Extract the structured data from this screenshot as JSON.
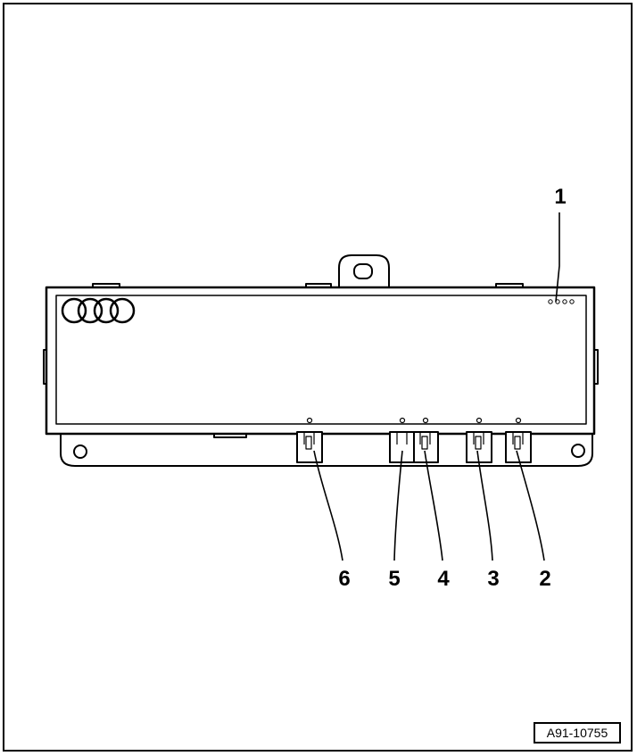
{
  "figure_id": "A91-10755",
  "callouts": [
    {
      "number": "1"
    },
    {
      "number": "2"
    },
    {
      "number": "3"
    },
    {
      "number": "4"
    },
    {
      "number": "5"
    },
    {
      "number": "6"
    }
  ],
  "logo": "four-rings-logo",
  "colors": {
    "line": "#000000",
    "background": "#ffffff",
    "fill": "#ffffff"
  }
}
